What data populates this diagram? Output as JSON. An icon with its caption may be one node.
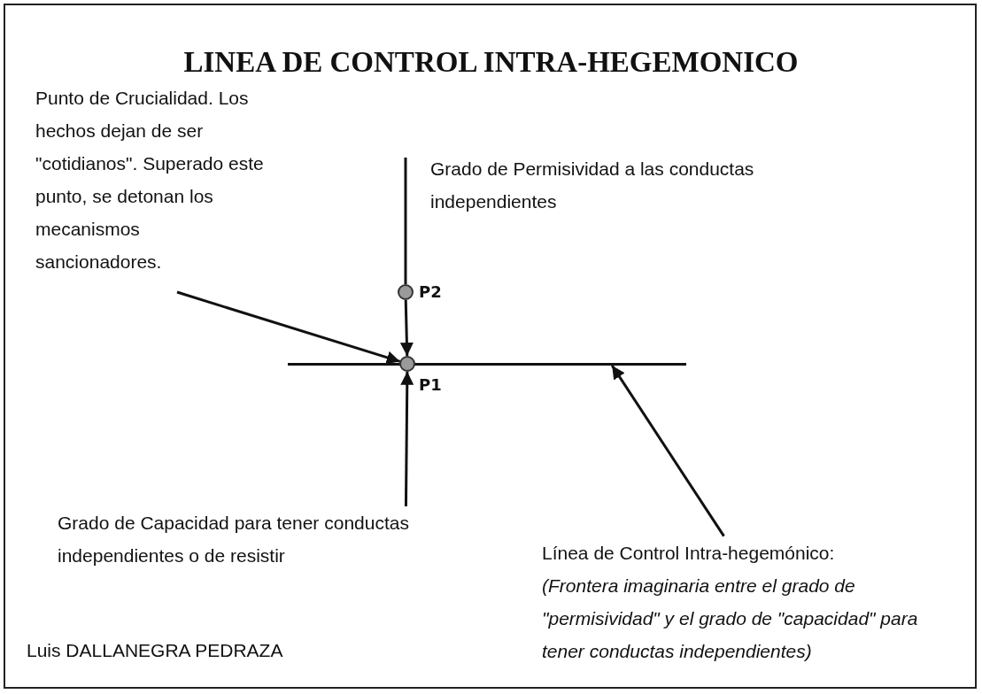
{
  "diagram": {
    "title": "LINEA DE CONTROL INTRA-HEGEMONICO",
    "nodes": [
      {
        "text": [
          "Punto de Crucialidad. Los hechos dejan de ser \"cotidianos\". Superado este punto, se detonan los mecanismos sancionadores."
        ]
      },
      {
        "text": [],
        "shape": "circle",
        "beside": [
          "P1"
        ]
      },
      {
        "text": [],
        "shape": "circle",
        "beside": [
          "P2"
        ]
      },
      {
        "text": [
          "Línea de Control Intra-hegemónico:",
          "(Frontera imaginaria entre el grado de \"permisividad\" y el grado de \"capacidad\" para tener conductas independientes)"
        ]
      },
      {
        "text": [],
        "shape": "line"
      },
      {
        "text": [
          "Grado de Capacidad para tener conductas independientes o de resistir"
        ]
      }
    ],
    "edges": [
      {
        "from": 0,
        "to": 1,
        "arrow": "to"
      },
      {
        "from": 3,
        "to": 4,
        "arrow": "to"
      },
      {
        "from": null,
        "to": 2,
        "arrow": "none"
      },
      {
        "from": 2,
        "to": 1,
        "arrow": "to"
      },
      {
        "from": 5,
        "to": 1,
        "arrow": "to"
      }
    ],
    "labels": [
      "Grado de Permisividad a las conductas independientes",
      "Luis DALLANEGRA PEDRAZA"
    ]
  }
}
